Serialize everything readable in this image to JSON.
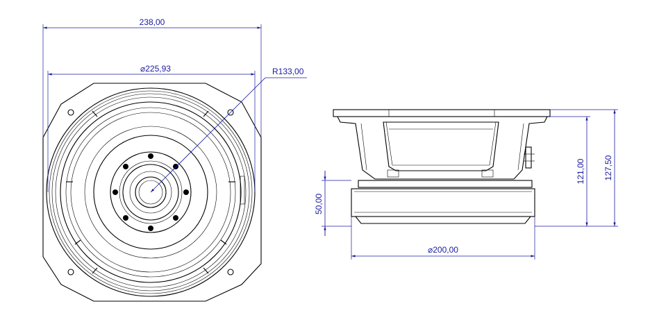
{
  "dimensions": {
    "overall_width": "238,00",
    "cone_diameter": "⌀225,93",
    "basket_radius": "R133,00",
    "magnet_height": "50,00",
    "depth_to_flange": "121,00",
    "overall_depth": "127,50",
    "magnet_diameter": "⌀200,00"
  },
  "colors": {
    "dimension_line": "#1a1aa0",
    "outline": "#000000"
  }
}
